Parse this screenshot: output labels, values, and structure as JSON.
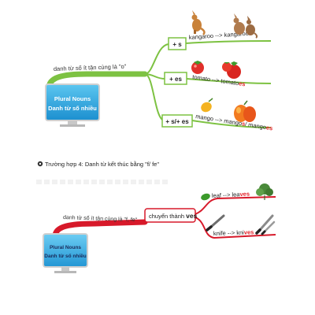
{
  "section1": {
    "branch_label": "danh từ số ít tận cùng là \"o\"",
    "center": {
      "line1": "Plural Nouns",
      "line2": "Danh từ số nhiều"
    },
    "rules": [
      {
        "tag": "+ s",
        "word_a": "kangaroo",
        "arrow": " --> ",
        "word_b_stem": "kangaroo",
        "word_b_suffix": "s"
      },
      {
        "tag": "+ es",
        "word_a": "tomato",
        "arrow": " --> ",
        "word_b_stem": "tomato",
        "word_b_suffix": "es"
      },
      {
        "tag": "+ s/+ es",
        "word_a": "mango",
        "arrow": " --> ",
        "word_b_stem": "mango",
        "word_b_suffix": "s",
        "sep": "/ ",
        "word_c_stem": "mango",
        "word_c_suffix": "es"
      }
    ]
  },
  "section2": {
    "heading": "Trường hợp 4: Danh từ kết thúc bằng \"f/ fe\"",
    "branch_label": "danh từ số ít tận cùng là \"f, fe\"",
    "center": {
      "line1": "Plural Nouns",
      "line2": "Danh từ số nhiều"
    },
    "connector": {
      "prefix": "chuyển thành ",
      "bold": "ves"
    },
    "rules": [
      {
        "word_a": "leaf",
        "arrow": " --> ",
        "word_b_stem": "lea",
        "word_b_suffix": "ves"
      },
      {
        "word_a": "knife",
        "arrow": " --> ",
        "word_b_stem": "kni",
        "word_b_suffix": "ves"
      }
    ]
  },
  "colors": {
    "green": "#7dc242",
    "red": "#d7192a",
    "screen": "#2aa6df",
    "suffix_red": "#e3232a"
  },
  "icons": [
    "kangaroo-icon",
    "tomato-icon",
    "mango-icon",
    "leaf-icon",
    "knife-icon"
  ]
}
